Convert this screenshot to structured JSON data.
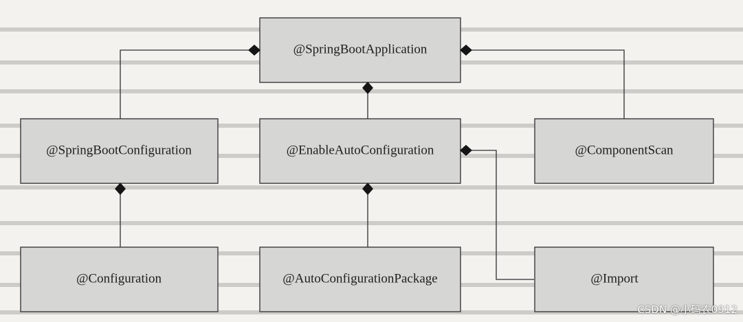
{
  "nodes": {
    "spring_boot_application": "@SpringBootApplication",
    "spring_boot_configuration": "@SpringBootConfiguration",
    "enable_auto_configuration": "@EnableAutoConfiguration",
    "component_scan": "@ComponentScan",
    "configuration": "@Configuration",
    "auto_configuration_package": "@AutoConfigurationPackage",
    "import": "@Import"
  },
  "edges": [
    {
      "from": "spring_boot_configuration",
      "to": "spring_boot_application"
    },
    {
      "from": "enable_auto_configuration",
      "to": "spring_boot_application"
    },
    {
      "from": "component_scan",
      "to": "spring_boot_application"
    },
    {
      "from": "configuration",
      "to": "spring_boot_configuration"
    },
    {
      "from": "auto_configuration_package",
      "to": "enable_auto_configuration"
    },
    {
      "from": "import",
      "to": "enable_auto_configuration"
    }
  ],
  "watermark": "CSDN @小码农0912",
  "colors": {
    "node_fill": "#d6d6d4",
    "node_stroke": "#3a3a3a",
    "diamond": "#151515"
  }
}
